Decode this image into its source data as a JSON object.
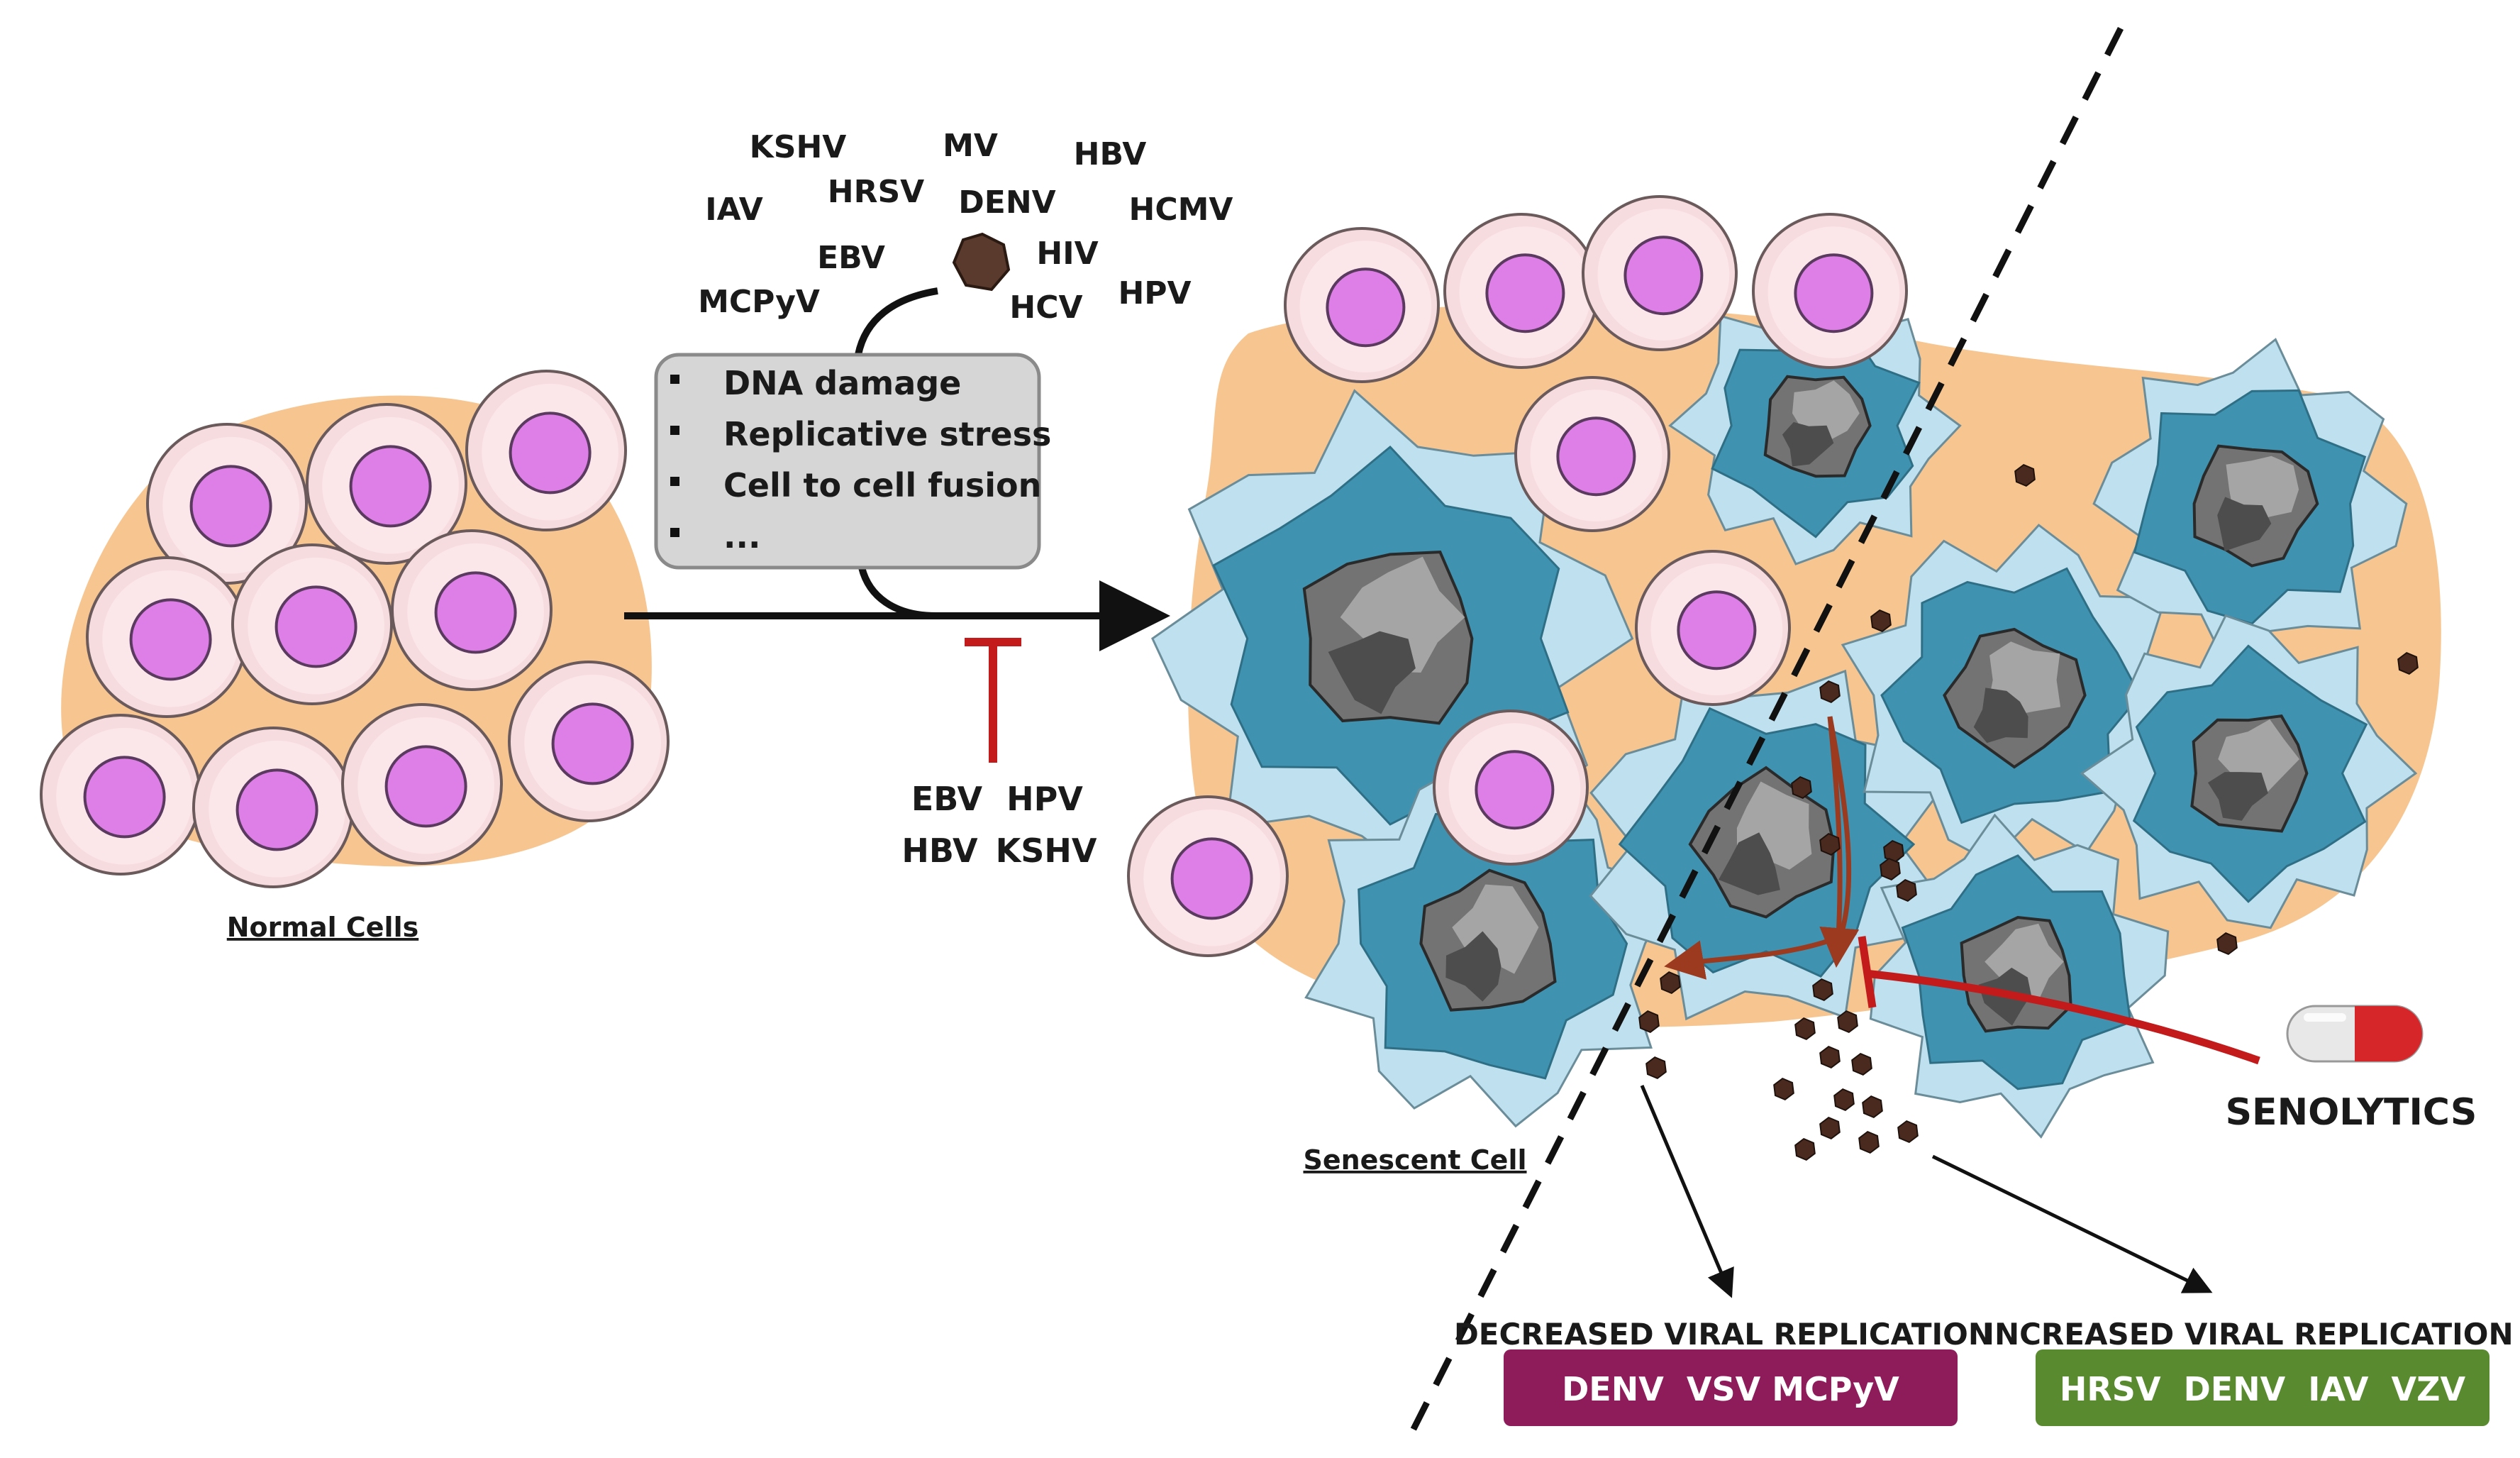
{
  "viruses_top": [
    "KSHV",
    "MV",
    "HBV",
    "IAV",
    "HRSV",
    "DENV",
    "HCMV",
    "EBV",
    "HIV",
    "MCPyV",
    "HCV",
    "HPV"
  ],
  "stimuli": [
    "DNA damage",
    "Replicative stress",
    "Cell to cell fusion",
    "..."
  ],
  "inhibitors_row1": [
    "EBV",
    "HPV"
  ],
  "inhibitors_row2": [
    "HBV",
    "KSHV"
  ],
  "normal_label": "Normal Cells",
  "senescent_label": "Senescent Cell",
  "senolytics_label": "SENOLYTICS",
  "decreased": {
    "title": "DECREASED VIRAL REPLICATION",
    "viruses": "DENV  VSV MCPyV",
    "color": "#8e1c5a"
  },
  "increased": {
    "title": "INCREASED VIRAL REPLICATION",
    "viruses": "HRSV  DENV  IAV  VZV",
    "color": "#5a8a30"
  },
  "colors": {
    "normal_cell": "#f7dcdf",
    "nucleus": "#dd7fe6",
    "tissue": "#f7c590",
    "senescent_outer": "#bfe0ee",
    "senescent_inner": "#3f93b0",
    "senescent_nucleus": "#737373",
    "virion": "#4a2a1f",
    "inhibit": "#c31b1b",
    "flow_arrow": "#9b3a1f"
  }
}
